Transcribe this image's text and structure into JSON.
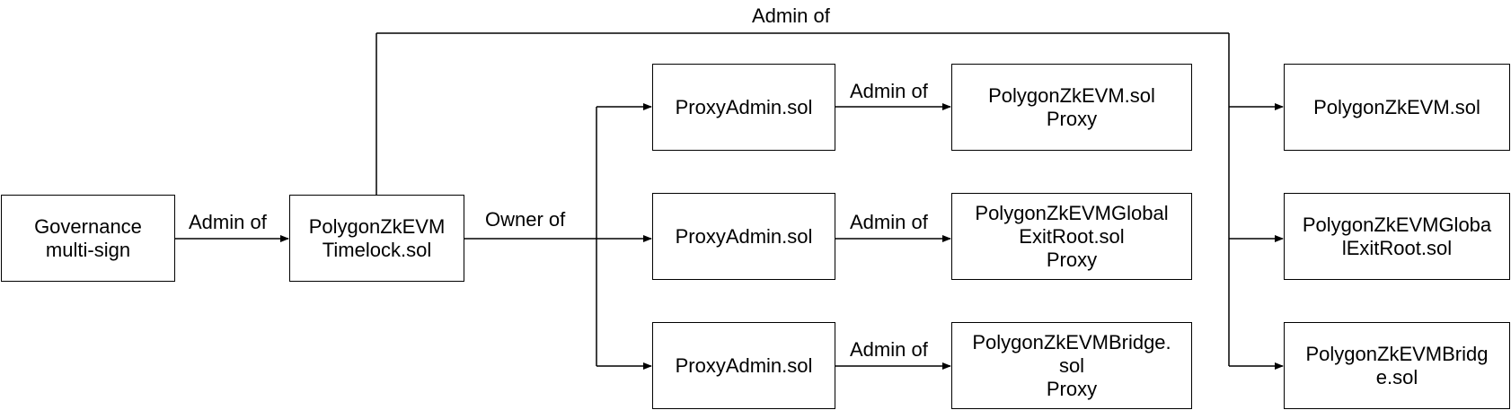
{
  "nodes": {
    "governance": {
      "lines": [
        "Governance",
        "multi-sign"
      ]
    },
    "timelock": {
      "lines": [
        "PolygonZkEVM",
        "Timelock.sol"
      ]
    },
    "proxy_admin_1": {
      "lines": [
        "ProxyAdmin.sol"
      ]
    },
    "proxy_admin_2": {
      "lines": [
        "ProxyAdmin.sol"
      ]
    },
    "proxy_admin_3": {
      "lines": [
        "ProxyAdmin.sol"
      ]
    },
    "zkevm_proxy": {
      "lines": [
        "PolygonZkEVM.sol",
        "Proxy"
      ]
    },
    "global_exit_root_proxy": {
      "lines": [
        "PolygonZkEVMGlobal",
        "ExitRoot.sol",
        "Proxy"
      ]
    },
    "bridge_proxy": {
      "lines": [
        "PolygonZkEVMBridge.",
        "sol",
        "Proxy"
      ]
    },
    "zkevm_impl": {
      "lines": [
        "PolygonZkEVM.sol"
      ]
    },
    "global_exit_root_impl": {
      "lines": [
        "PolygonZkEVMGloba",
        "lExitRoot.sol"
      ]
    },
    "bridge_impl": {
      "lines": [
        "PolygonZkEVMBridg",
        "e.sol"
      ]
    }
  },
  "edge_labels": {
    "governance_to_timelock": "Admin of",
    "timelock_to_proxy_admins": "Owner of",
    "timelock_to_implementations": "Admin of",
    "proxy_admin_1_to_zkevm_proxy": "Admin of",
    "proxy_admin_2_to_global_exit_root_proxy": "Admin of",
    "proxy_admin_3_to_bridge_proxy": "Admin of"
  },
  "colors": {
    "stroke": "#000000",
    "background": "#ffffff"
  }
}
